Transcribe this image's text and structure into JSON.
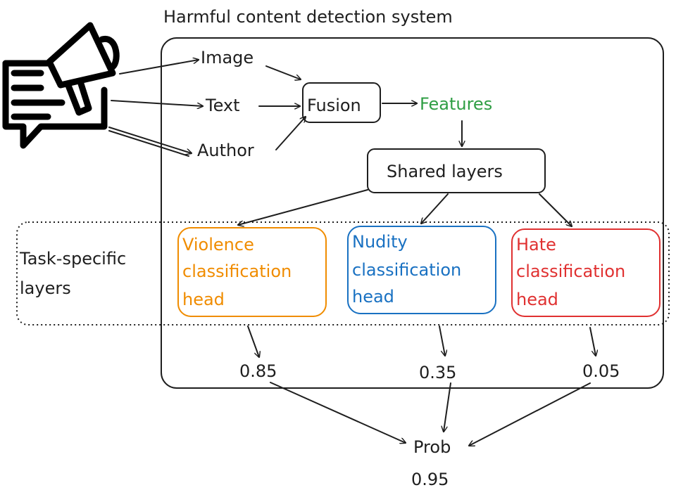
{
  "diagram": {
    "title": "Harmful content detection system",
    "inputs": {
      "image": "Image",
      "text": "Text",
      "author": "Author"
    },
    "fusion": "Fusion",
    "features": "Features",
    "shared_layers": "Shared layers",
    "task_specific": {
      "line1": "Task-specific",
      "line2": "layers"
    },
    "heads": [
      {
        "line1": "Violence",
        "line2": "classification",
        "line3": "head",
        "color": "#f08c00"
      },
      {
        "line1": "Nudity",
        "line2": "classification",
        "line3": "head",
        "color": "#1971c2"
      },
      {
        "line1": "Hate",
        "line2": "classification",
        "line3": "head",
        "color": "#e03131"
      }
    ],
    "scores": [
      "0.85",
      "0.35",
      "0.05"
    ],
    "prob_label": "Prob",
    "prob_value": "0.95",
    "colors": {
      "stroke": "#1e1e1e",
      "features": "#2f9e44"
    },
    "icon": "megaphone-document-icon"
  }
}
